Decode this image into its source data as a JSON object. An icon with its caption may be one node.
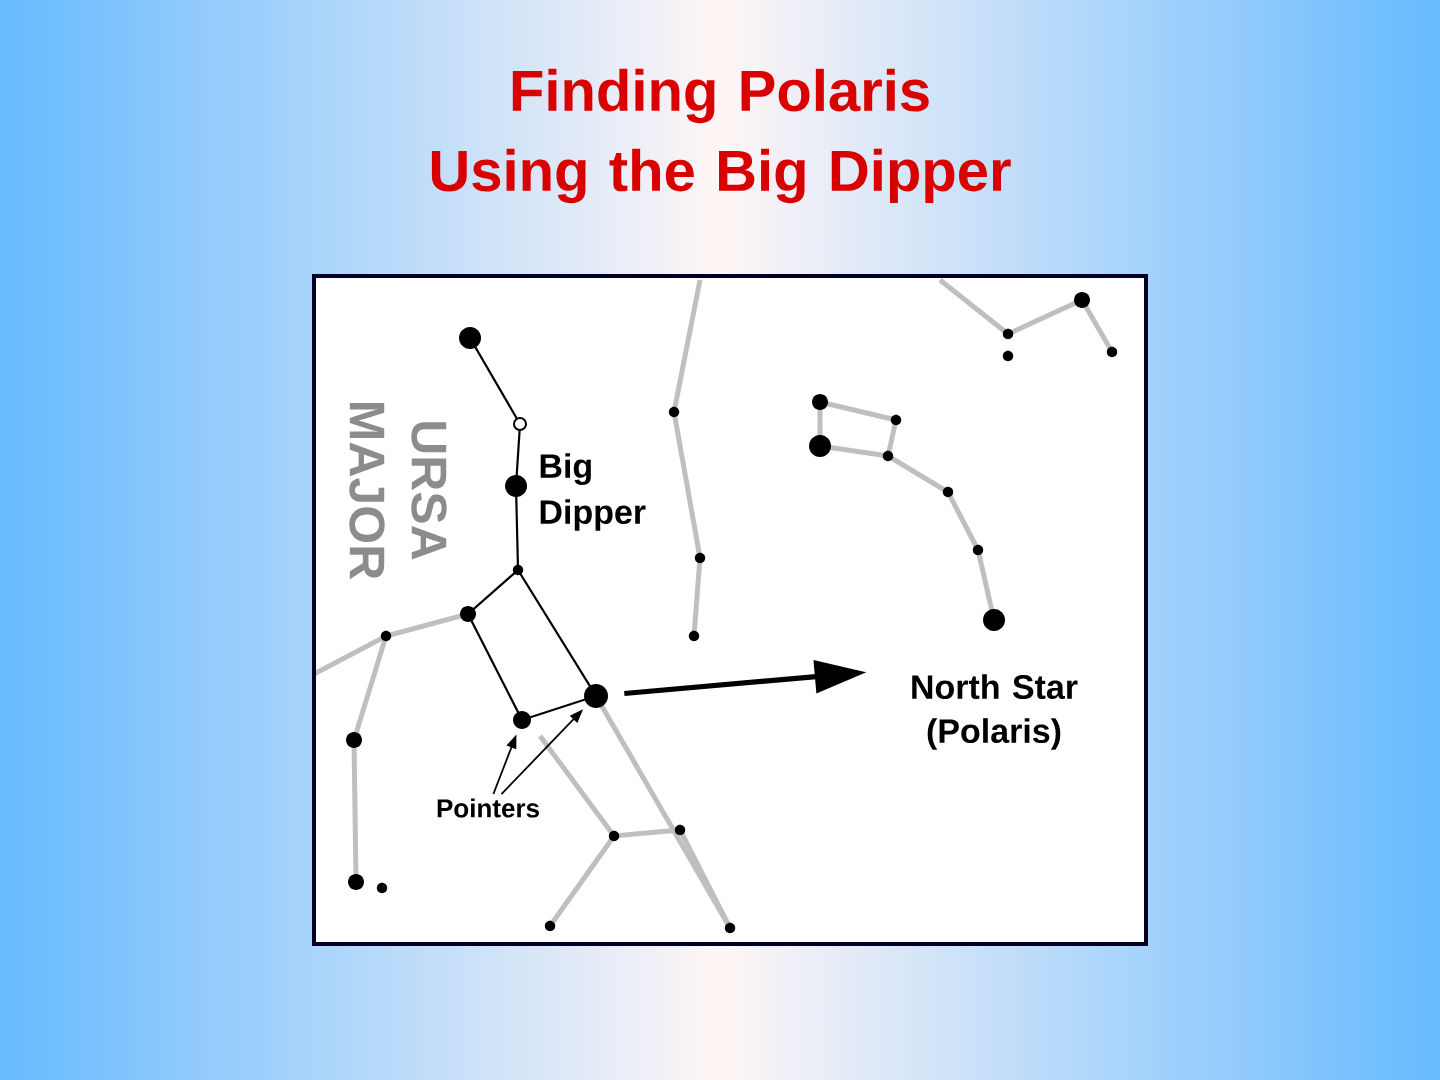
{
  "diagram": {
    "title": "Finding Polaris Using the Big Dipper",
    "nodes": [
      {
        "text": [
          "North Star (Polaris)"
        ]
      },
      {
        "text": [
          "Pointers"
        ]
      },
      {
        "text": [],
        "shape": "circle"
      },
      {
        "text": [],
        "shape": "circle"
      }
    ],
    "edges": [
      {
        "from": 1,
        "to": 2,
        "arrow": "to"
      },
      {
        "from": 1,
        "to": 3,
        "arrow": "to"
      },
      {
        "from": 3,
        "to": 0,
        "arrow": "to",
        "style": "thick"
      }
    ],
    "labels": [
      "URSA MAJOR",
      "Big Dipper"
    ]
  }
}
